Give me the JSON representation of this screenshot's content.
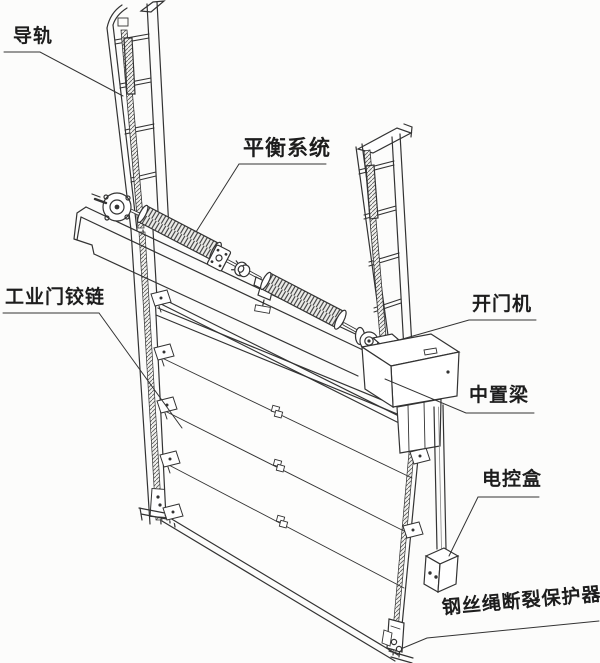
{
  "diagram": {
    "description": "Line drawing of an industrial sectional lift door assembly with callout labels",
    "ink_color": "#2f2f2f",
    "paper_color": "#fcfcfb",
    "labels": [
      {
        "key": "guide-rail",
        "text": "导轨"
      },
      {
        "key": "balance-system",
        "text": "平衡系统"
      },
      {
        "key": "industrial-door-hinge",
        "text": "工业门铰链"
      },
      {
        "key": "door-operator",
        "text": "开门机"
      },
      {
        "key": "center-beam",
        "text": "中置梁"
      },
      {
        "key": "electric-control-box",
        "text": "电控盒"
      },
      {
        "key": "wire-rope-break-protector",
        "text": "钢丝绳断裂保护器"
      }
    ]
  }
}
